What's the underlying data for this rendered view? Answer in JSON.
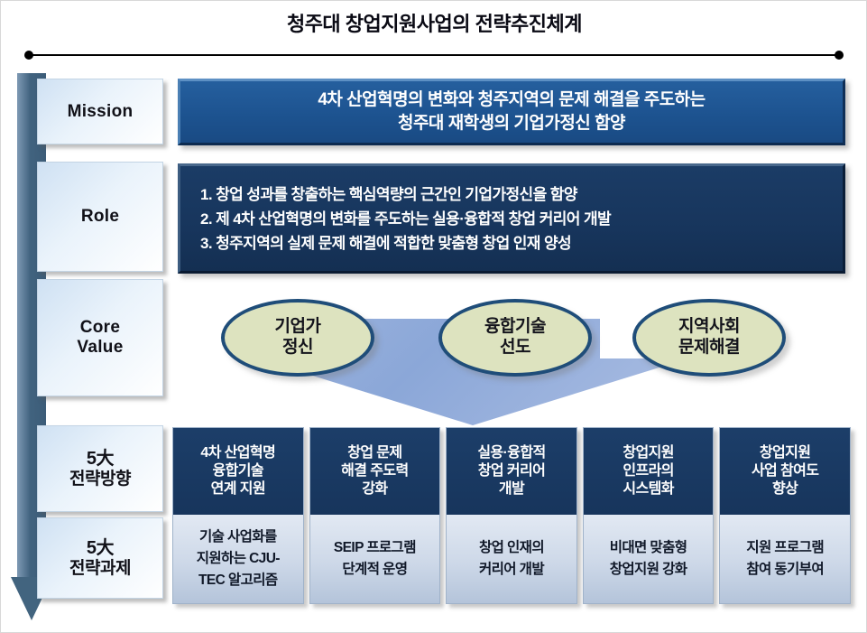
{
  "title": "청주대 창업지원사업의 전략추진체계",
  "colors": {
    "mission_bg": "#1d5390",
    "role_bg": "#17355c",
    "ellipse_fill": "#dde3bf",
    "ellipse_border": "#1f4d79",
    "arrow_blue": "#8faadc",
    "sidebar_arrow": "#42647f",
    "column_top_bg": "#17355c",
    "column_bottom_bg": "#cdd8e8"
  },
  "sidebar": {
    "items": [
      {
        "id": "mission",
        "label": "Mission",
        "lang": "en"
      },
      {
        "id": "role",
        "label": "Role",
        "lang": "en"
      },
      {
        "id": "core-value",
        "label_line1": "Core",
        "label_line2": "Value",
        "lang": "en"
      },
      {
        "id": "strategic-directions",
        "label_line1": "5大",
        "label_line2": "전략방향",
        "lang": "ko"
      },
      {
        "id": "strategic-tasks",
        "label_line1": "5大",
        "label_line2": "전략과제",
        "lang": "ko"
      }
    ]
  },
  "mission": {
    "line1": "4차 산업혁명의 변화와 청주지역의 문제 해결을 주도하는",
    "line2": "청주대 재학생의 기업가정신 함양"
  },
  "role": {
    "items": [
      "1. 창업 성과를 창출하는 핵심역량의 근간인 기업가정신을 함양",
      "2. 제 4차 산업혁명의 변화를 주도하는 실용·융합적 창업 커리어 개발",
      "3. 청주지역의 실제 문제 해결에 적합한 맞춤형 창업 인재 양성"
    ]
  },
  "core_value": {
    "ellipses": [
      {
        "line1": "기업가",
        "line2": "정신"
      },
      {
        "line1": "융합기술",
        "line2": "선도"
      },
      {
        "line1": "지역사회",
        "line2": "문제해결"
      }
    ]
  },
  "strategy": {
    "columns": [
      {
        "direction": [
          "4차 산업혁명",
          "융합기술",
          "연계 지원"
        ],
        "task": [
          "기술 사업화를",
          "지원하는 CJU-",
          "TEC 알고리즘"
        ]
      },
      {
        "direction": [
          "창업 문제",
          "해결 주도력",
          "강화"
        ],
        "task": [
          "SEIP 프로그램",
          "단계적 운영"
        ]
      },
      {
        "direction": [
          "실용·융합적",
          "창업 커리어",
          "개발"
        ],
        "task": [
          "창업 인재의",
          "커리어 개발"
        ]
      },
      {
        "direction": [
          "창업지원",
          "인프라의",
          "시스템화"
        ],
        "task": [
          "비대면 맞춤형",
          "창업지원 강화"
        ]
      },
      {
        "direction": [
          "창업지원",
          "사업 참여도",
          "향상"
        ],
        "task": [
          "지원 프로그램",
          "참여 동기부여"
        ]
      }
    ]
  }
}
